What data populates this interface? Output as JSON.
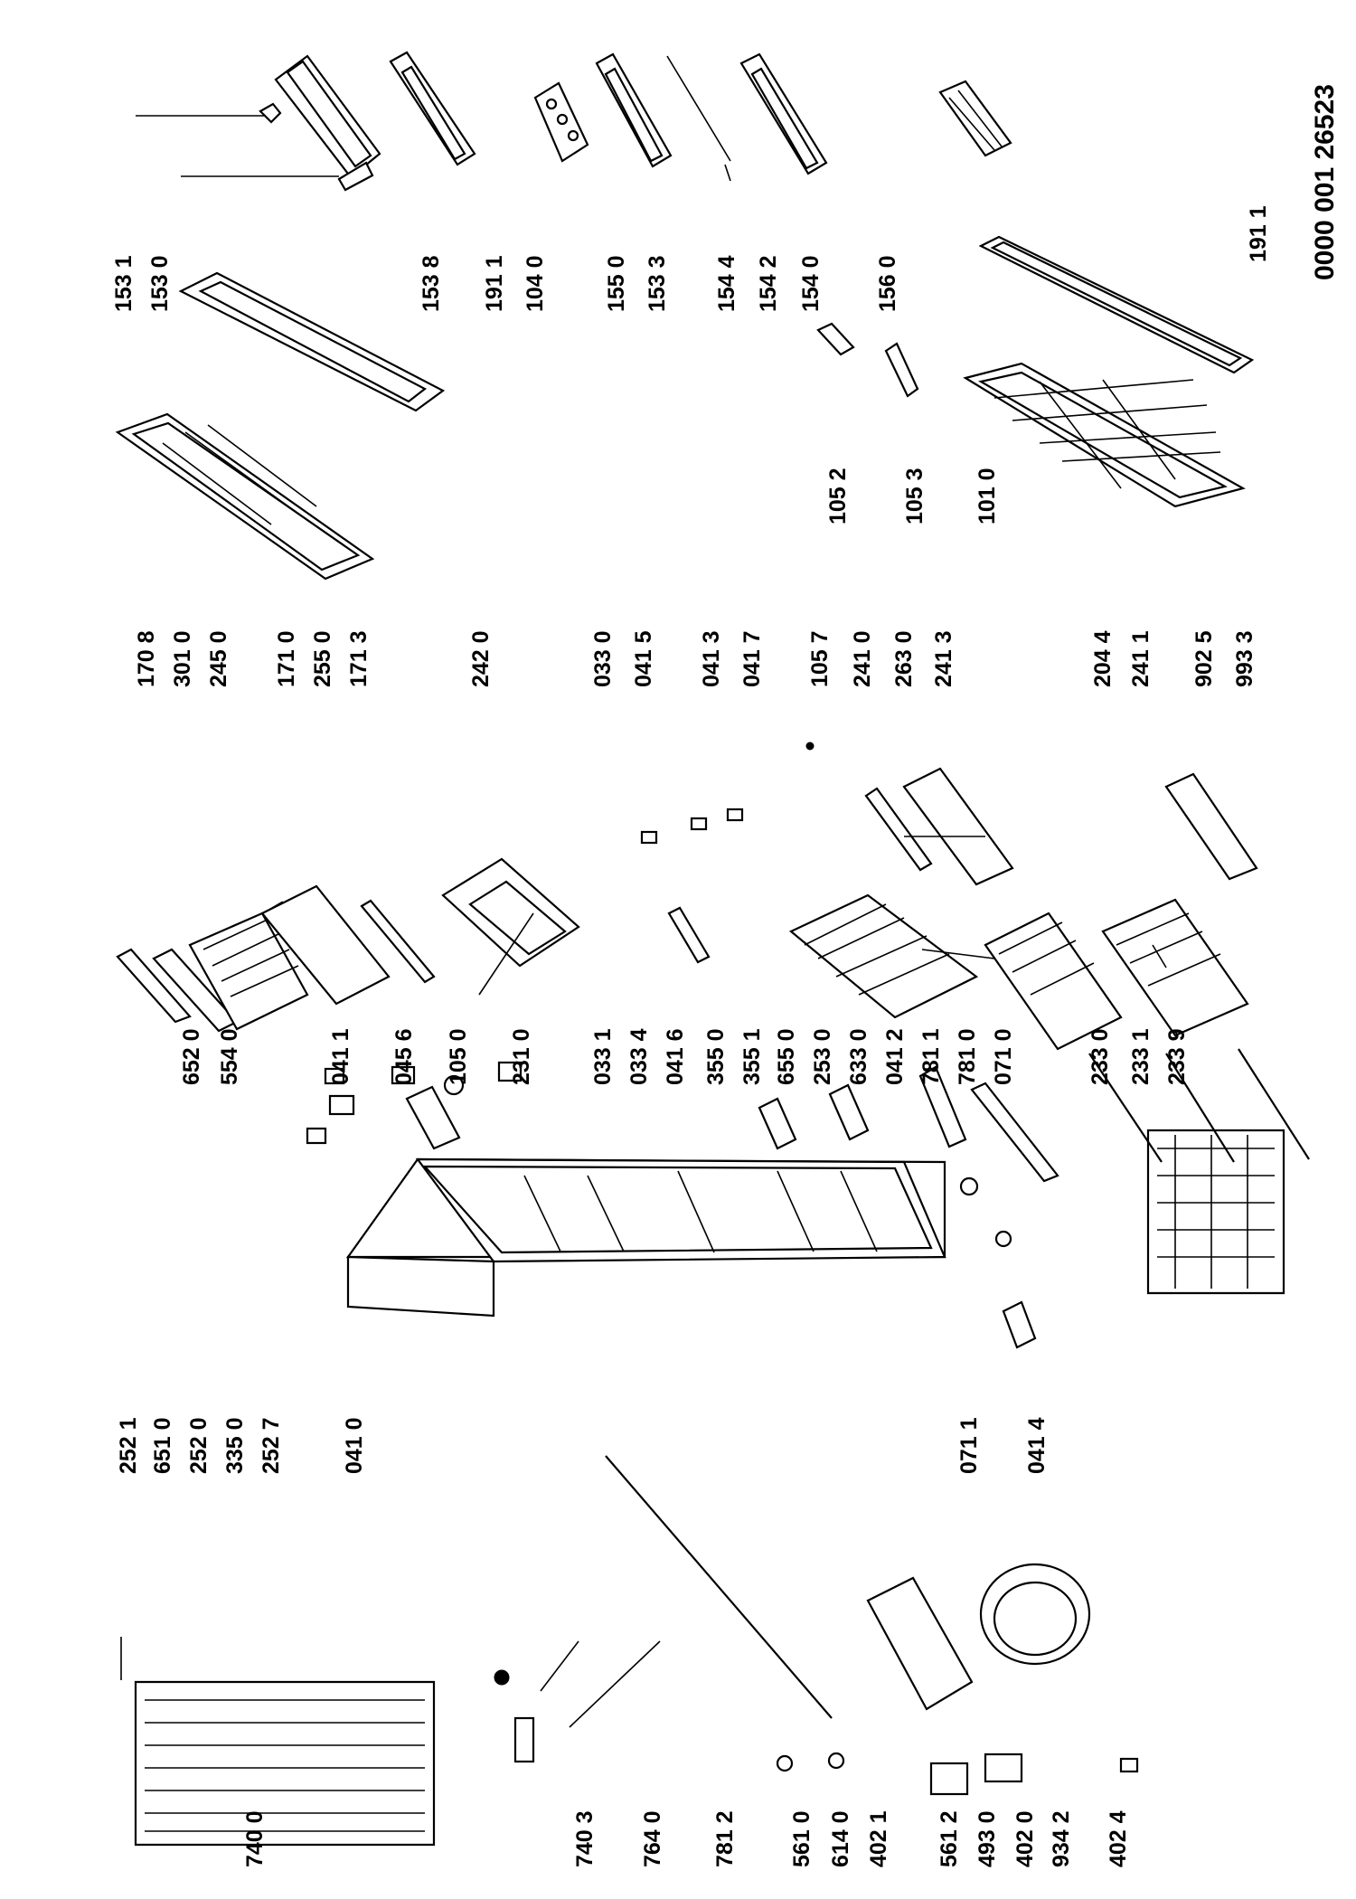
{
  "document_id": "0000 001 26523",
  "labels": {
    "l1531": "153 1",
    "l1530": "153 0",
    "l1538": "153 8",
    "l1911a": "191 1",
    "l1040": "104 0",
    "l1550": "155 0",
    "l1533": "153 3",
    "l1544": "154 4",
    "l1542": "154 2",
    "l1540": "154 0",
    "l1560": "156 0",
    "l1911b": "191 1",
    "l1708": "170 8",
    "l3010": "301 0",
    "l2450": "245 0",
    "l1710": "171 0",
    "l2550": "255 0",
    "l1713": "171 3",
    "l2420": "242 0",
    "l1052": "105 2",
    "l1053": "105 3",
    "l1010": "101 0",
    "l0330": "033 0",
    "l0415": "041 5",
    "l0413": "041 3",
    "l0417": "041 7",
    "l1057": "105 7",
    "l2410": "241 0",
    "l2630": "263 0",
    "l2413": "241 3",
    "l2044": "204 4",
    "l2411": "241 1",
    "l9025": "902 5",
    "l9933": "993 3",
    "l6520": "652 0",
    "l5540": "554 0",
    "l0411": "041 1",
    "l0456": "045 6",
    "l1050": "105 0",
    "l2310": "231 0",
    "l0331": "033 1",
    "l0334": "033 4",
    "l0416": "041 6",
    "l3550": "355 0",
    "l3551": "355 1",
    "l6550": "655 0",
    "l2530": "253 0",
    "l6330": "633 0",
    "l0412": "041 2",
    "l7811": "781 1",
    "l7810": "781 0",
    "l0710": "071 0",
    "l2330": "233 0",
    "l2331": "233 1",
    "l2339": "233 9",
    "l2521": "252 1",
    "l6510": "651 0",
    "l2520": "252 0",
    "l3350": "335 0",
    "l2527": "252 7",
    "l0410": "041 0",
    "l0711": "071 1",
    "l0414": "041 4",
    "l7400": "740 0",
    "l7403": "740 3",
    "l7640": "764 0",
    "l7812": "781 2",
    "l5610": "561 0",
    "l6140": "614 0",
    "l4021": "402 1",
    "l5612": "561 2",
    "l4930": "493 0",
    "l4020": "402 0",
    "l9342": "934 2",
    "l4024": "402 4"
  }
}
